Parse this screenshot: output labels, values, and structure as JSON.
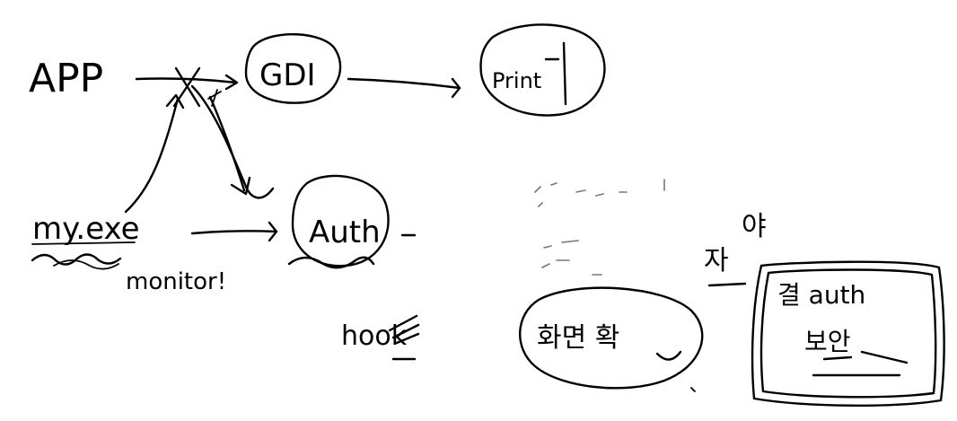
{
  "labels": {
    "app": "APP",
    "gdi": "GDI",
    "print": "Print",
    "myexe": "my.exe",
    "auth": "Auth",
    "monitor": "monitor!",
    "hook": "hook",
    "korean_left": "화면 확",
    "korean_top": "야",
    "korean_side": "자",
    "box_line1": "결 auth",
    "box_line2": "보안"
  }
}
